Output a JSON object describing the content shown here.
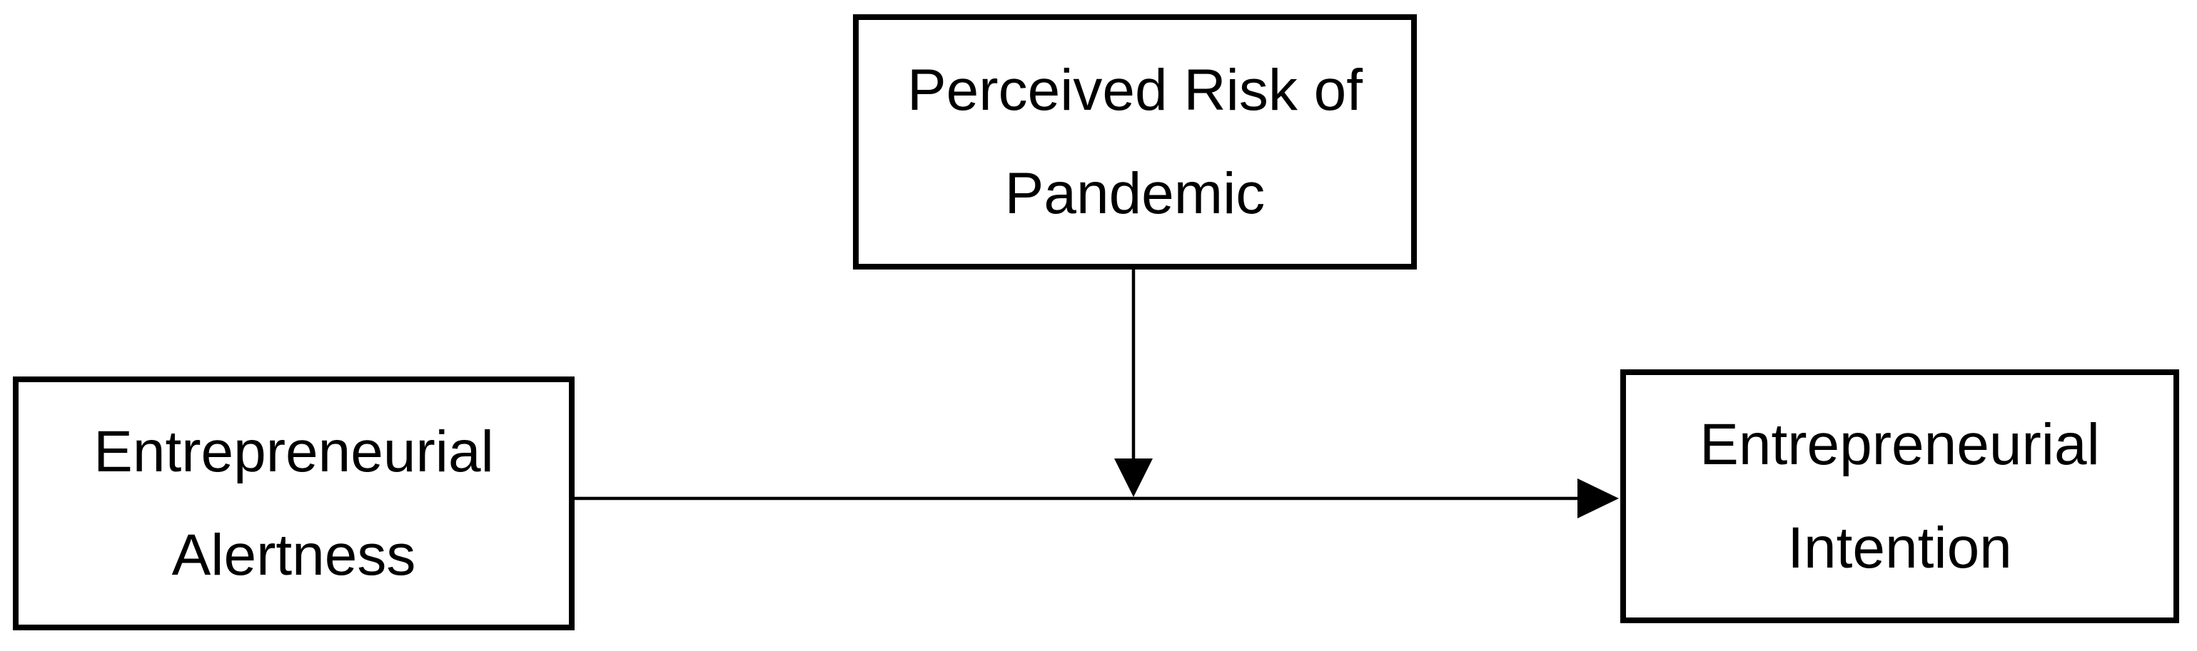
{
  "diagram": {
    "boxes": {
      "moderator": {
        "lines": [
          "Perceived Risk of",
          "Pandemic"
        ]
      },
      "independent": {
        "lines": [
          "Entrepreneurial",
          "Alertness"
        ]
      },
      "dependent": {
        "lines": [
          "Entrepreneurial",
          "Intention"
        ]
      }
    },
    "arrows": [
      {
        "name": "direct-effect",
        "from": "Entrepreneurial Alertness",
        "to": "Entrepreneurial Intention"
      },
      {
        "name": "moderation-effect",
        "from": "Perceived Risk of Pandemic",
        "to": "direct-effect-arrow"
      }
    ],
    "colors": {
      "background": "#ffffff",
      "box_border": "#000000",
      "text": "#000000",
      "arrow": "#000000"
    }
  }
}
